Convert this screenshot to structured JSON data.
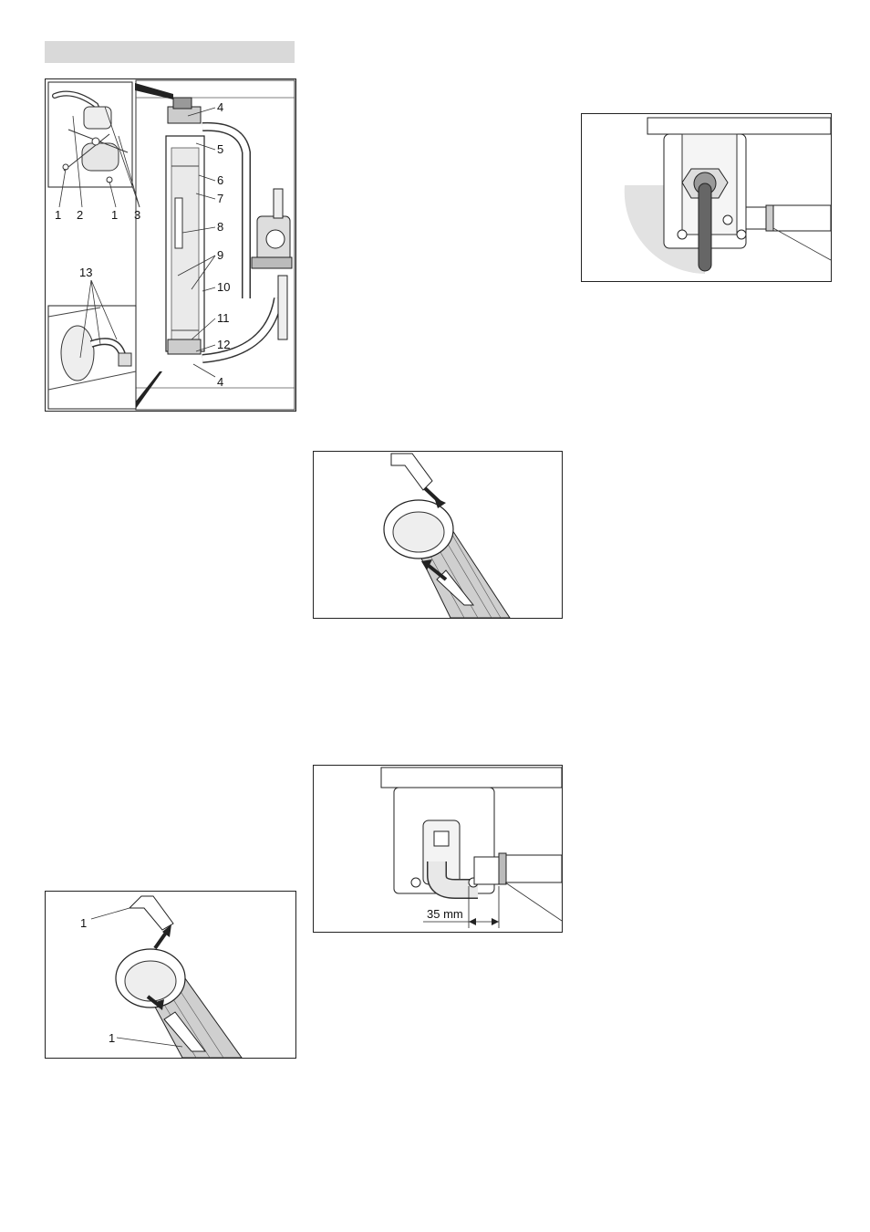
{
  "section_header": {
    "text": ""
  },
  "figure_filter_assembly": {
    "inset_top_labels": [
      "1",
      "2",
      "1",
      "3"
    ],
    "inset_bottom_label": "13",
    "callouts": [
      "4",
      "5",
      "6",
      "7",
      "8",
      "9",
      "10",
      "11",
      "12",
      "4"
    ]
  },
  "figure_remove_cartridge": {
    "label_top": "1",
    "label_bottom": "1"
  },
  "figure_insert_cartridge": {},
  "figure_hose_measure": {
    "dimension": "35 mm"
  },
  "figure_lever_position": {}
}
